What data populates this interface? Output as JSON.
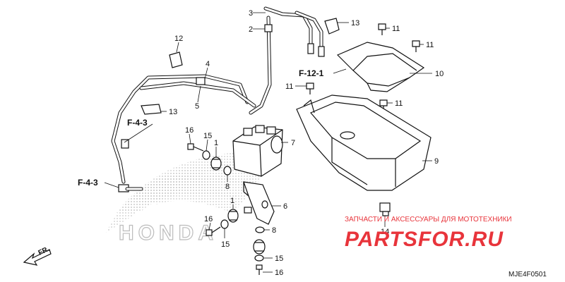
{
  "diagram": {
    "callouts": [
      {
        "id": "c3",
        "text": "3"
      },
      {
        "id": "c2",
        "text": "2"
      },
      {
        "id": "c13a",
        "text": "13"
      },
      {
        "id": "c11a",
        "text": "11"
      },
      {
        "id": "c11b",
        "text": "11"
      },
      {
        "id": "c12",
        "text": "12"
      },
      {
        "id": "c4",
        "text": "4"
      },
      {
        "id": "c10",
        "text": "10"
      },
      {
        "id": "c11c",
        "text": "11"
      },
      {
        "id": "c5",
        "text": "5"
      },
      {
        "id": "c13b",
        "text": "13"
      },
      {
        "id": "c11d",
        "text": "11"
      },
      {
        "id": "c16a",
        "text": "16"
      },
      {
        "id": "c15a",
        "text": "15"
      },
      {
        "id": "c1a",
        "text": "1"
      },
      {
        "id": "c7",
        "text": "7"
      },
      {
        "id": "c9",
        "text": "9"
      },
      {
        "id": "c8a",
        "text": "8"
      },
      {
        "id": "c6",
        "text": "6"
      },
      {
        "id": "c1b",
        "text": "1"
      },
      {
        "id": "c16b",
        "text": "16"
      },
      {
        "id": "c8b",
        "text": "8"
      },
      {
        "id": "c15b",
        "text": "15"
      },
      {
        "id": "c14",
        "text": "14"
      },
      {
        "id": "c15c",
        "text": "15"
      },
      {
        "id": "c16c",
        "text": "16"
      }
    ],
    "references": {
      "f121": "F-12-1",
      "f43a": "F-4-3",
      "f43b": "F-4-3"
    },
    "direction_label": "FR.",
    "diagram_code": "MJE4F0501"
  },
  "watermark": {
    "tagline": "ЗАПЧАСТИ И АКСЕССУАРЫ ДЛЯ МОТОТЕХНИКИ",
    "logo_text": "PARTSFOR.RU",
    "brand_text": "HONDA",
    "colors": {
      "accent": "#e8343b",
      "halftone": "#c9c9c9"
    }
  }
}
